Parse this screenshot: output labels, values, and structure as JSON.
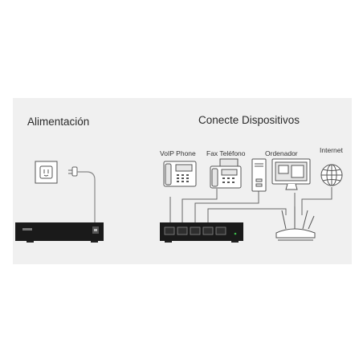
{
  "sections": {
    "power_title": "Alimentación",
    "connect_title": "Conecte Dispositivos"
  },
  "devices": {
    "voip": "VoIP Phone",
    "fax": "Fax Teléfono",
    "computer": "Ordenador",
    "internet": "Internet"
  },
  "colors": {
    "panel": "#f0f0f0",
    "device_body": "#1a1a1a",
    "line_art": "#555555",
    "cable": "#666666",
    "status_led": "#3cb84a"
  },
  "icons": [
    "wall-outlet-icon",
    "power-plug-icon",
    "ethernet-switch-icon",
    "voip-phone-icon",
    "fax-phone-icon",
    "desktop-computer-icon",
    "wireless-router-icon",
    "internet-globe-icon"
  ]
}
